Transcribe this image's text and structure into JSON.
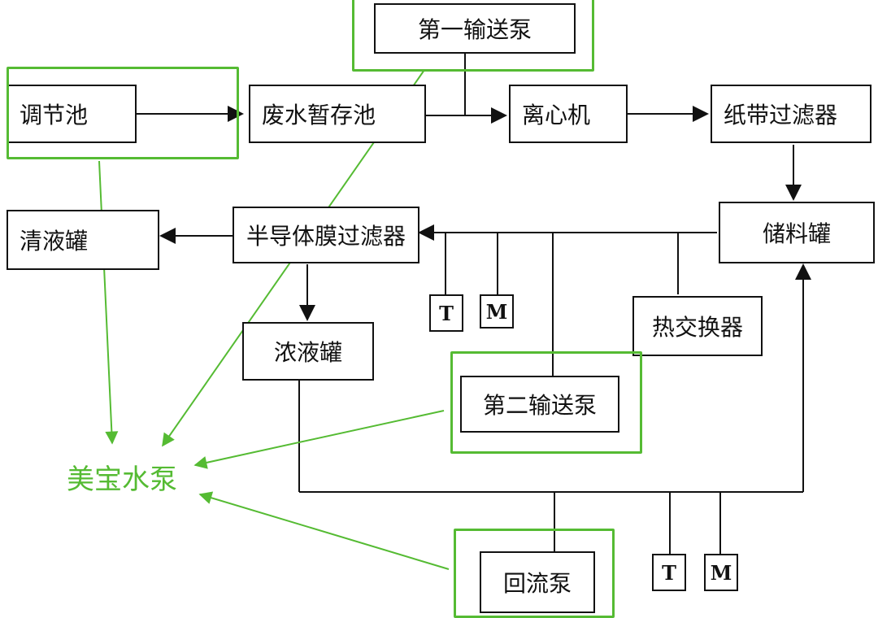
{
  "nodes": {
    "pump1": "第一输送泵",
    "regulating_tank": "调节池",
    "wastewater_tank": "废水暂存池",
    "centrifuge": "离心机",
    "paper_filter": "纸带过滤器",
    "storage_tank": "储料罐",
    "membrane_filter": "半导体膜过滤器",
    "clear_tank": "清液罐",
    "concentrate_tank": "浓液罐",
    "heat_exchanger": "热交换器",
    "pump2": "第二输送泵",
    "reflux_pump": "回流泵",
    "t1": "T",
    "m1": "M",
    "t2": "T",
    "m2": "M"
  },
  "callout": {
    "label": "美宝水泵"
  },
  "colors": {
    "line": "#111111",
    "highlight": "#55bb33",
    "background": "#ffffff"
  }
}
